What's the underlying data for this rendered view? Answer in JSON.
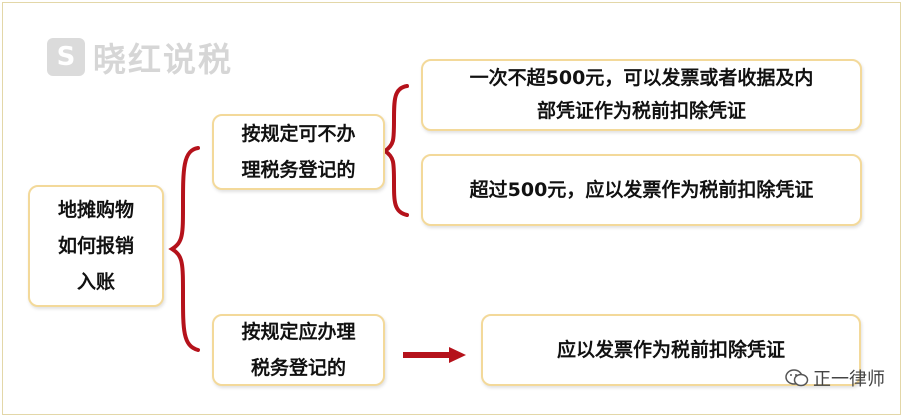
{
  "watermark": {
    "logo_glyph": "S",
    "text": "晓红说税"
  },
  "root": {
    "label": "地摊购物\n如何报销\n入账"
  },
  "branch_a": {
    "label": "按规定可不办\n理税务登记的",
    "leaves": [
      "一次不超500元，可以发票或者收据及内\n部凭证作为税前扣除凭证",
      "超过500元，应以发票作为税前扣除凭证"
    ]
  },
  "branch_b": {
    "label": "按规定应办理\n税务登记的",
    "leaf": "应以发票作为税前扣除凭证"
  },
  "footer": {
    "author": "正一律师"
  },
  "colors": {
    "bracket": "#b5121b",
    "arrow": "#b5121b",
    "box_border": "#f3d99a"
  }
}
